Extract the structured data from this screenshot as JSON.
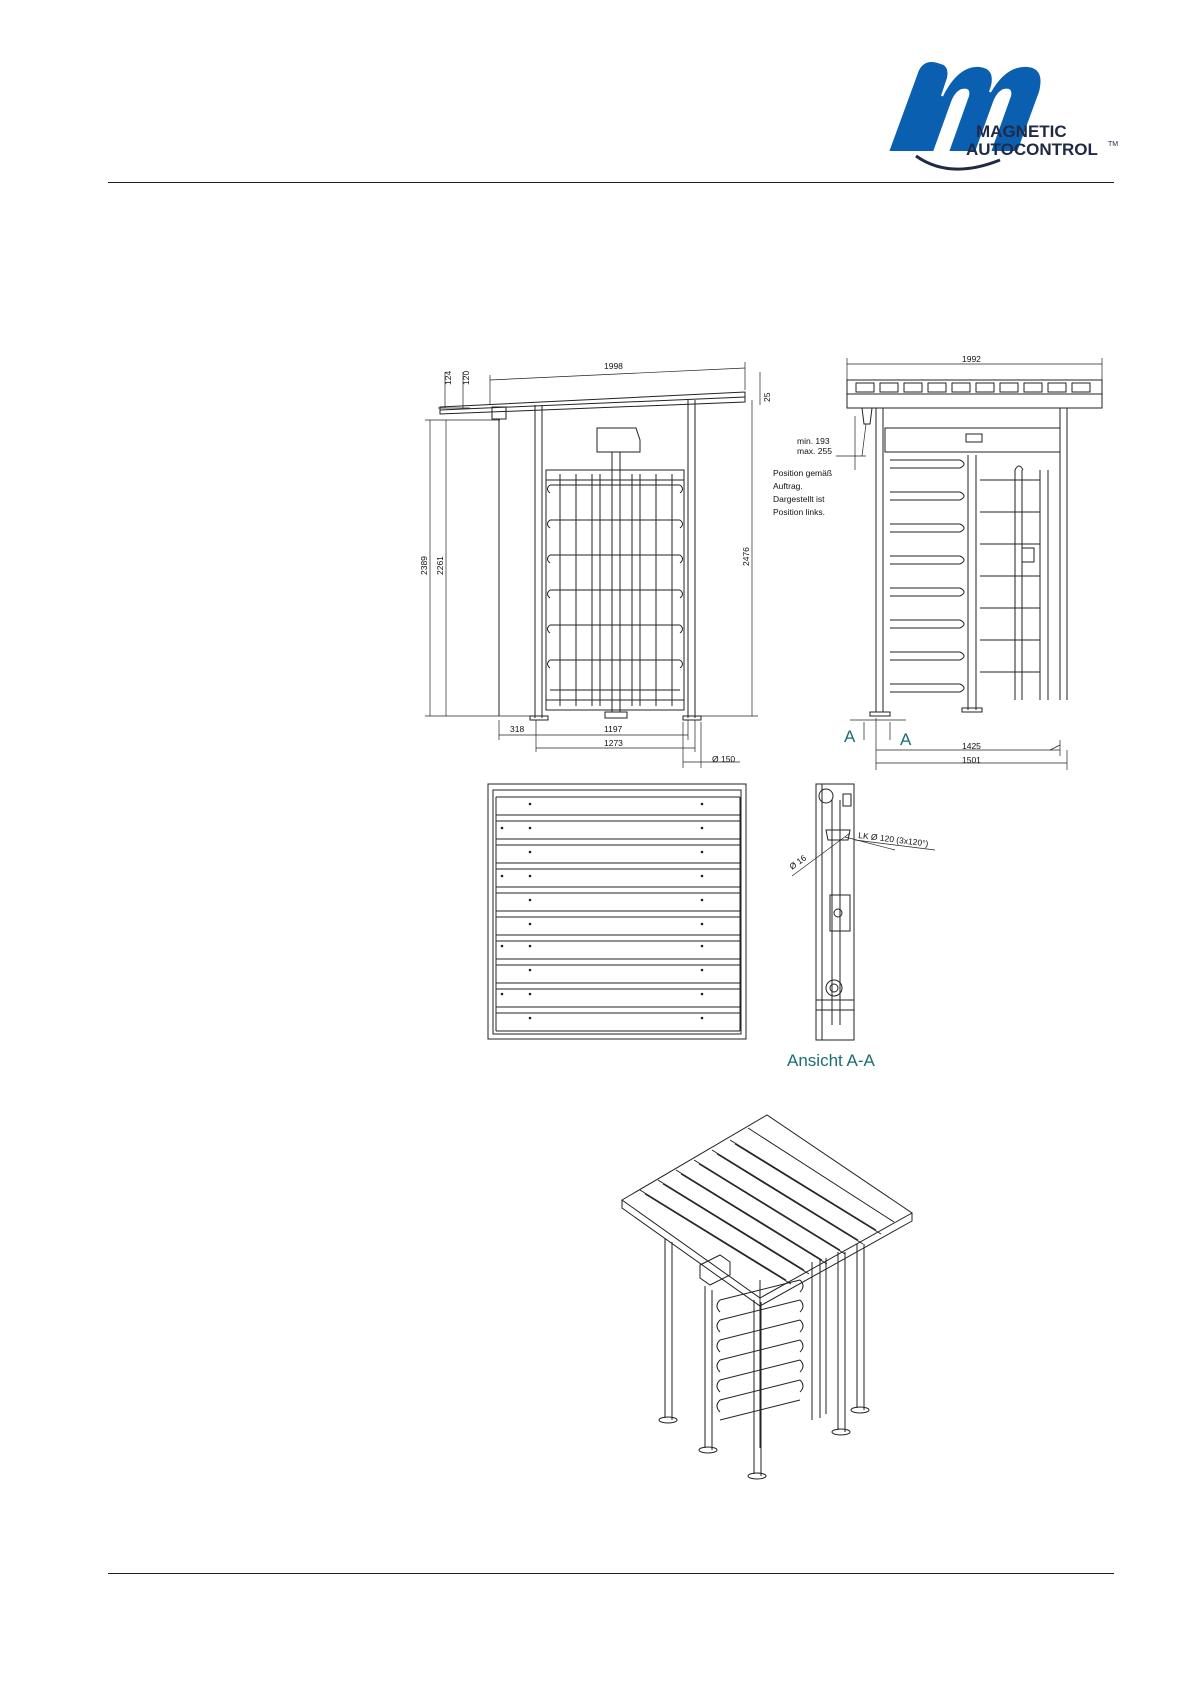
{
  "brand": {
    "name_line1": "MAGNETIC",
    "name_line2": "AUTOCONTROL",
    "trademark": "TM",
    "blue": "#0b5fb0",
    "dark": "#1f2a44"
  },
  "front_view": {
    "dims": {
      "width_top": "1998",
      "d124": "124",
      "d120": "120",
      "d25": "25",
      "h2389": "2389",
      "h2261": "2261",
      "h2476": "2476",
      "d318": "318",
      "d1197": "1197",
      "d1273": "1273",
      "dia150": "Ø  150"
    }
  },
  "side_view": {
    "dims": {
      "width_top": "1992",
      "min": "min. 193",
      "max": "max. 255",
      "d1425": "1425",
      "d1501": "1501"
    },
    "note": [
      "Position gemäß",
      "Auftrag.",
      "Dargestellt ist",
      "Position links."
    ],
    "section_label_left": "A",
    "section_label_right": "A"
  },
  "section_view": {
    "dia16": "Ø  16",
    "lk": "LK  Ø  120  (3x120°)",
    "caption": "Ansicht A-A"
  },
  "colors": {
    "accent_teal": "#1a6e73",
    "line": "#222222"
  }
}
